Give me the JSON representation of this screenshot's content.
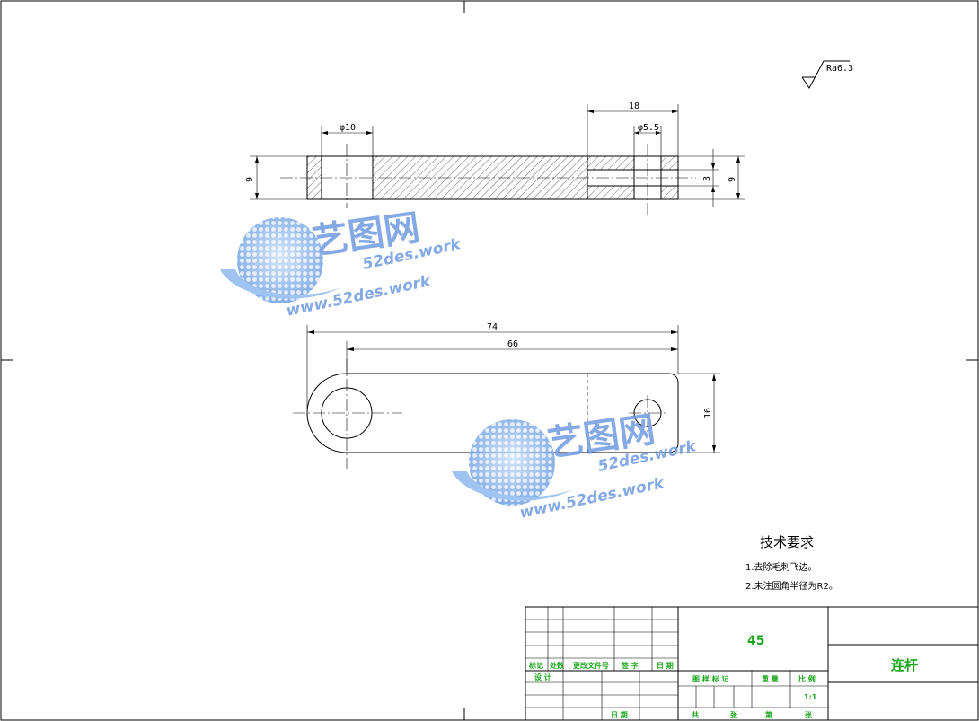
{
  "roughness": "Ra6.3",
  "dimensions": {
    "dia_left": "φ10",
    "dia_right": "φ5.5",
    "width_18": "18",
    "thickness_left": "9",
    "thickness_right": "9",
    "slot_3": "3",
    "length_74": "74",
    "length_66": "66",
    "height_16": "16"
  },
  "watermark": {
    "brand": "艺图网",
    "url_top": "52des.work",
    "url_bottom": "www.52des.work"
  },
  "tech_requirements": {
    "title": "技术要求",
    "items": [
      "1.去除毛刺飞边。",
      "2.未注圆角半径为R2。"
    ]
  },
  "title_block": {
    "material": "45",
    "part_name": "连杆",
    "scale": "1:1",
    "labels": {
      "mark": "标记",
      "count": "处数",
      "change_doc": "更改文件号",
      "signature": "签 字",
      "date": "日 期",
      "design": "设 计",
      "stage_mark": "图 样 标 记",
      "weight": "重 量",
      "scale_label": "比 例",
      "date2": "日 期",
      "total": "共",
      "sheets": "张",
      "sheet_no": "第",
      "sheet_unit": "张"
    }
  },
  "colors": {
    "line": "#000000",
    "table_text": "#1aa61a",
    "watermark": "#7aa9e6"
  }
}
